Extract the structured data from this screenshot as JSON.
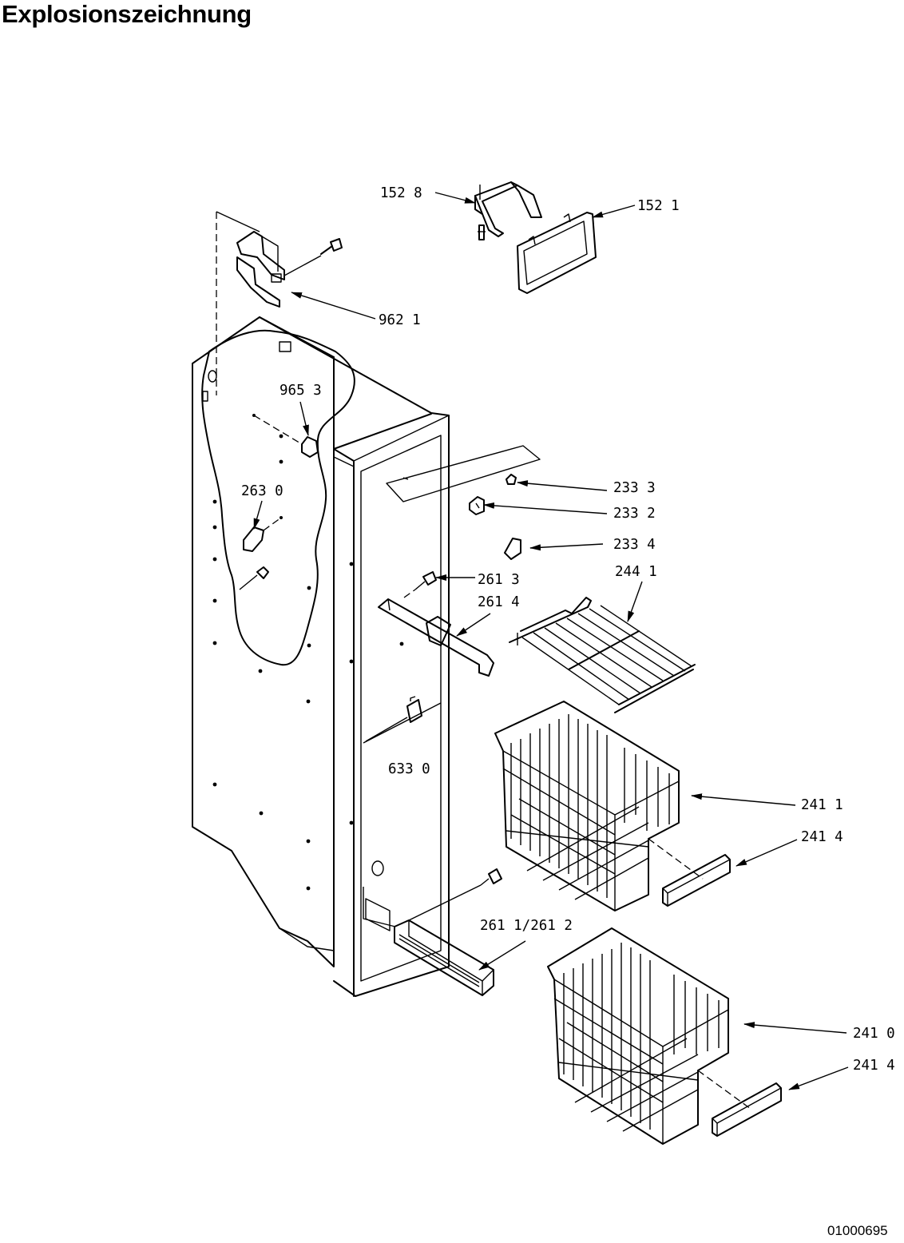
{
  "title": "Explosionszeichnung",
  "document_number": "01000695",
  "labels": {
    "l1528": "152 8",
    "l1521": "152 1",
    "l9621": "962 1",
    "l9653": "965 3",
    "l2630": "263 0",
    "l2333": "233 3",
    "l2332": "233 2",
    "l2334": "233 4",
    "l2613": "261 3",
    "l2441": "244 1",
    "l2614": "261 4",
    "l6330": "633 0",
    "l2411": "241 1",
    "l2414a": "241 4",
    "l2611": "261 1/261 2",
    "l2410": "241 0",
    "l2414b": "241 4"
  }
}
